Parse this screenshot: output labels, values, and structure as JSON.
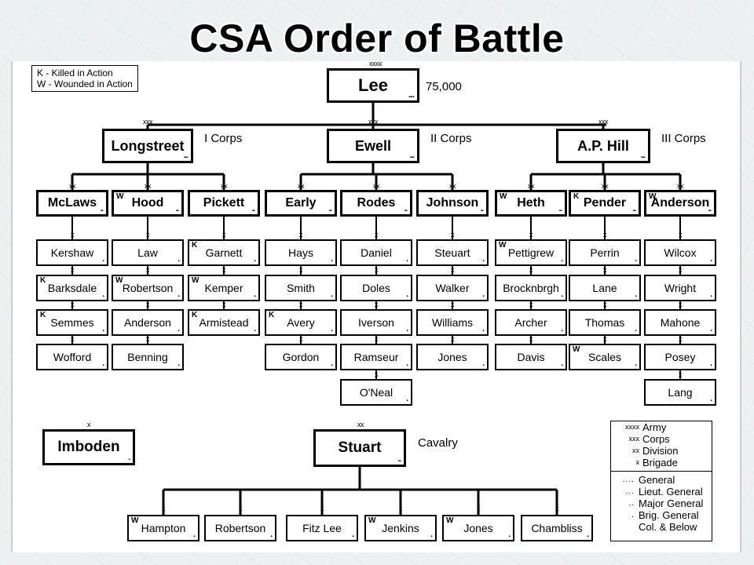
{
  "title": "CSA Order of Battle",
  "key": {
    "killed": "K - Killed in Action",
    "wounded": "W - Wounded in Action"
  },
  "army": {
    "name": "Lee",
    "strength": "75,000",
    "symbol": "xxxx",
    "dots": "...."
  },
  "corps": [
    {
      "name": "Longstreet",
      "label": "I Corps",
      "symbol": "xxx",
      "dots": "...",
      "divisions": [
        {
          "name": "McLaws",
          "mark": "",
          "dots": "..",
          "brigades": [
            {
              "name": "Kershaw",
              "mark": ""
            },
            {
              "name": "Barksdale",
              "mark": "K"
            },
            {
              "name": "Semmes",
              "mark": "K"
            },
            {
              "name": "Wofford",
              "mark": ""
            }
          ]
        },
        {
          "name": "Hood",
          "mark": "W",
          "dots": "..",
          "brigades": [
            {
              "name": "Law",
              "mark": ""
            },
            {
              "name": "Robertson",
              "mark": "W"
            },
            {
              "name": "Anderson",
              "mark": ""
            },
            {
              "name": "Benning",
              "mark": ""
            }
          ]
        },
        {
          "name": "Pickett",
          "mark": "",
          "dots": "..",
          "brigades": [
            {
              "name": "Garnett",
              "mark": "K"
            },
            {
              "name": "Kemper",
              "mark": "W"
            },
            {
              "name": "Armistead",
              "mark": "K"
            }
          ]
        }
      ]
    },
    {
      "name": "Ewell",
      "label": "II Corps",
      "symbol": "xxx",
      "dots": "...",
      "divisions": [
        {
          "name": "Early",
          "mark": "",
          "dots": "..",
          "brigades": [
            {
              "name": "Hays",
              "mark": ""
            },
            {
              "name": "Smith",
              "mark": ""
            },
            {
              "name": "Avery",
              "mark": "K"
            },
            {
              "name": "Gordon",
              "mark": ""
            }
          ]
        },
        {
          "name": "Rodes",
          "mark": "",
          "dots": "..",
          "brigades": [
            {
              "name": "Daniel",
              "mark": ""
            },
            {
              "name": "Doles",
              "mark": ""
            },
            {
              "name": "Iverson",
              "mark": ""
            },
            {
              "name": "Ramseur",
              "mark": ""
            },
            {
              "name": "O'Neal",
              "mark": ""
            }
          ]
        },
        {
          "name": "Johnson",
          "mark": "",
          "dots": "..",
          "brigades": [
            {
              "name": "Steuart",
              "mark": ""
            },
            {
              "name": "Walker",
              "mark": ""
            },
            {
              "name": "Williams",
              "mark": ""
            },
            {
              "name": "Jones",
              "mark": ""
            }
          ]
        }
      ]
    },
    {
      "name": "A.P. Hill",
      "label": "III Corps",
      "symbol": "xxx",
      "dots": "...",
      "divisions": [
        {
          "name": "Heth",
          "mark": "W",
          "dots": "..",
          "brigades": [
            {
              "name": "Pettigrew",
              "mark": "W"
            },
            {
              "name": "Brocknbrgh",
              "mark": ""
            },
            {
              "name": "Archer",
              "mark": ""
            },
            {
              "name": "Davis",
              "mark": ""
            }
          ]
        },
        {
          "name": "Pender",
          "mark": "K",
          "dots": "..",
          "brigades": [
            {
              "name": "Perrin",
              "mark": ""
            },
            {
              "name": "Lane",
              "mark": ""
            },
            {
              "name": "Thomas",
              "mark": ""
            },
            {
              "name": "Scales",
              "mark": "W"
            }
          ]
        },
        {
          "name": "Anderson",
          "mark": "W",
          "dots": "..",
          "brigades": [
            {
              "name": "Wilcox",
              "mark": ""
            },
            {
              "name": "Wright",
              "mark": ""
            },
            {
              "name": "Mahone",
              "mark": ""
            },
            {
              "name": "Posey",
              "mark": ""
            },
            {
              "name": "Lang",
              "mark": ""
            }
          ]
        }
      ]
    }
  ],
  "independent": {
    "name": "Imboden",
    "symbol": "x",
    "dots": "."
  },
  "cavalry": {
    "name": "Stuart",
    "label": "Cavalry",
    "symbol": "xx",
    "dots": "..",
    "brigades": [
      {
        "name": "Hampton",
        "mark": "W"
      },
      {
        "name": "Robertson",
        "mark": ""
      },
      {
        "name": "Fitz Lee",
        "mark": ""
      },
      {
        "name": "Jenkins",
        "mark": "W"
      },
      {
        "name": "Jones",
        "mark": "W"
      },
      {
        "name": "Chambliss",
        "mark": ""
      }
    ]
  },
  "legend": {
    "echelons": [
      {
        "symbol": "xxxx",
        "label": "Army"
      },
      {
        "symbol": "xxx",
        "label": "Corps"
      },
      {
        "symbol": "xx",
        "label": "Division"
      },
      {
        "symbol": "x",
        "label": "Brigade"
      }
    ],
    "ranks": [
      {
        "dots": "....",
        "label": "General"
      },
      {
        "dots": "...",
        "label": "Lieut. General"
      },
      {
        "dots": "..",
        "label": "Major General"
      },
      {
        "dots": ".",
        "label": "Brig. General"
      },
      {
        "dots": "",
        "label": "Col. & Below"
      }
    ]
  },
  "symbols": {
    "brigade": "x",
    "division": "xx",
    "corps": "xxx"
  }
}
